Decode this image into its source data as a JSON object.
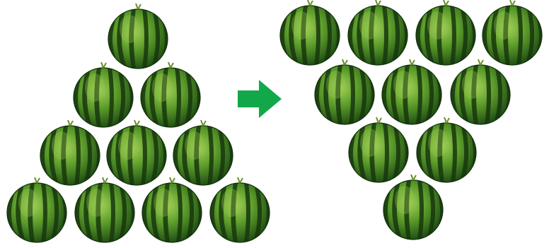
{
  "figure": {
    "left_group": {
      "rows": [
        1,
        2,
        3,
        4
      ],
      "count": 10
    },
    "right_group": {
      "rows": [
        4,
        3,
        2,
        1
      ],
      "count": 10
    },
    "arrow": {
      "direction": "right",
      "color": "#12a84a"
    },
    "melon_colors": {
      "rind_dark": "#1c4a12",
      "rind_mid": "#3f7d22",
      "rind_light": "#8fc24a",
      "stripe": "#17380d",
      "stem": "#6b8f2a"
    }
  }
}
